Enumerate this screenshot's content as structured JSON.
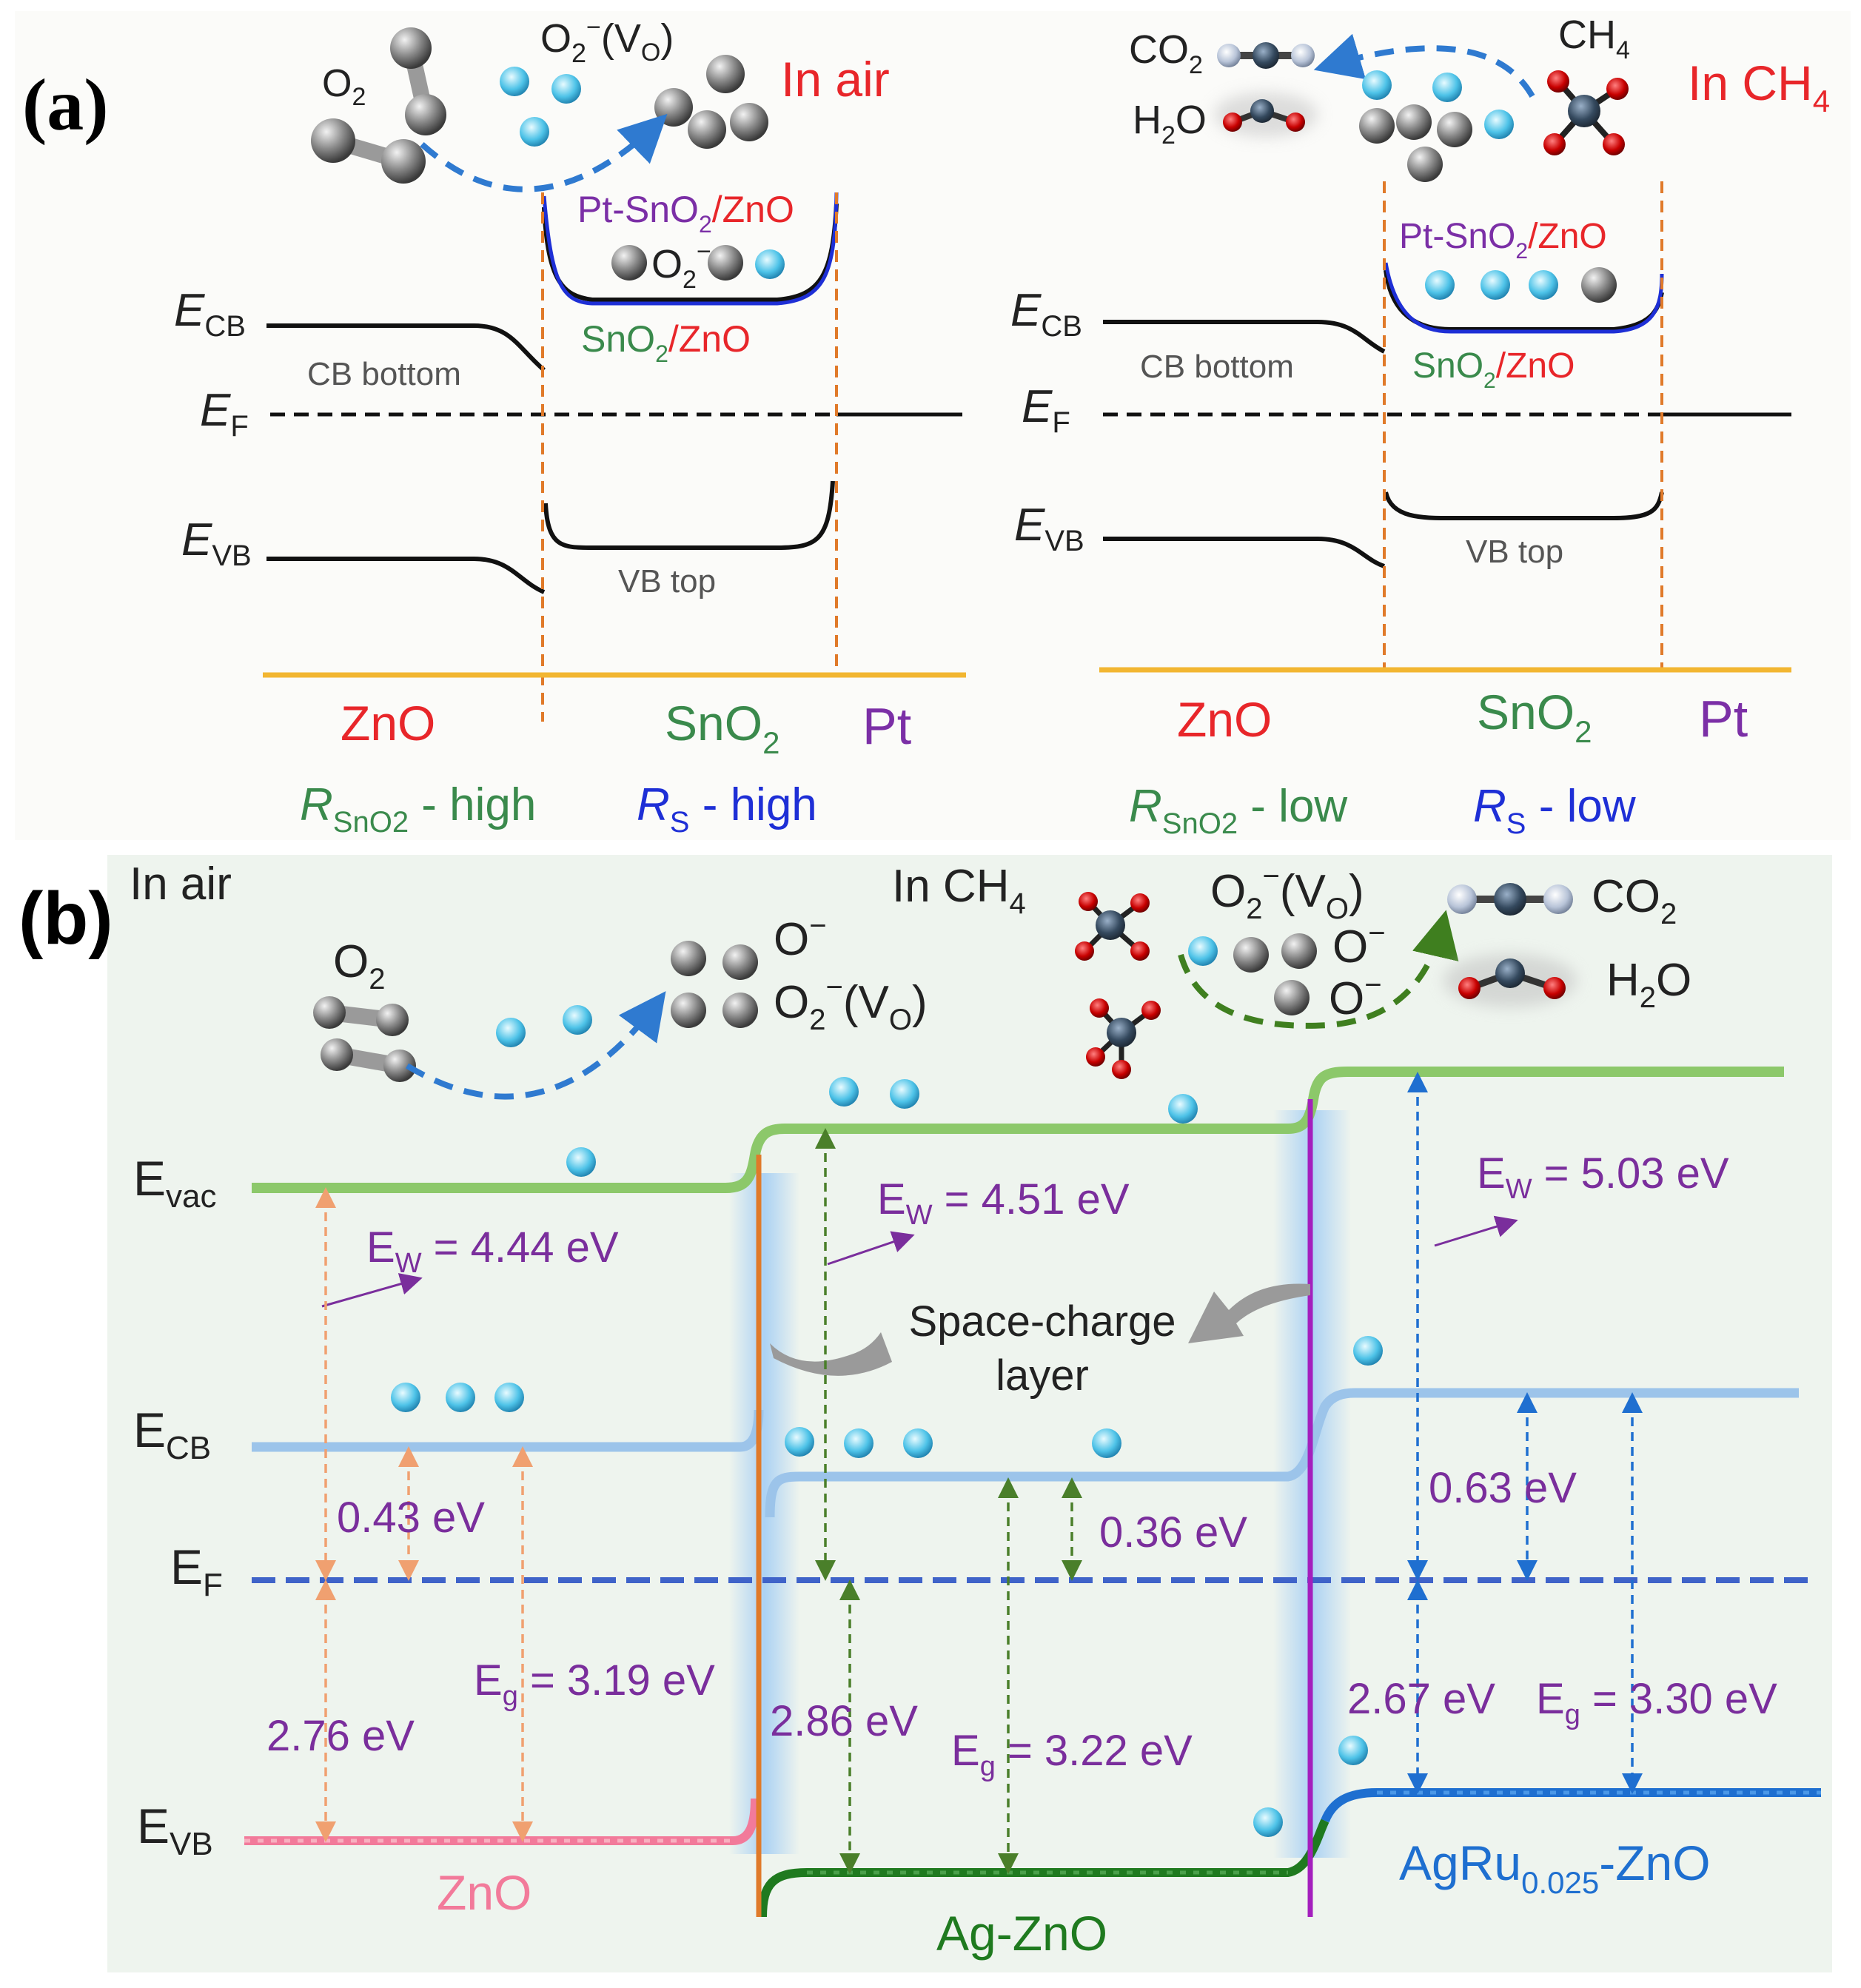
{
  "panel_a": {
    "label": "(a)",
    "left": {
      "o2": "O2",
      "o2_vo": "O2−(VO)",
      "condition": "In air",
      "pt_sno2_zno": [
        "Pt-SnO",
        "2",
        "/ZnO"
      ],
      "o2_minus": "O2−",
      "sno2_zno": [
        "SnO",
        "2",
        "/ZnO"
      ],
      "ecb": [
        "E",
        "CB"
      ],
      "ef": [
        "E",
        "F"
      ],
      "evb": [
        "E",
        "VB"
      ],
      "cb_bottom": "CB bottom",
      "vb_top": "VB top",
      "zno": "ZnO",
      "sno2": [
        "SnO",
        "2"
      ],
      "pt": "Pt",
      "r_sno2": [
        "R",
        "SnO2",
        " - high"
      ],
      "r_s": [
        "R",
        "S",
        " - high"
      ]
    },
    "right": {
      "co2": "CO2",
      "h2o": "H2O",
      "ch4": "CH4",
      "condition": "In CH4",
      "pt_sno2_zno": [
        "Pt-SnO",
        "2",
        "/ZnO"
      ],
      "sno2_zno": [
        "SnO",
        "2",
        "/ZnO"
      ],
      "ecb": [
        "E",
        "CB"
      ],
      "ef": [
        "E",
        "F"
      ],
      "evb": [
        "E",
        "VB"
      ],
      "cb_bottom": "CB bottom",
      "vb_top": "VB top",
      "zno": "ZnO",
      "sno2": [
        "SnO",
        "2"
      ],
      "pt": "Pt",
      "r_sno2": [
        "R",
        "SnO2",
        " - low"
      ],
      "r_s": [
        "R",
        "S",
        " - low"
      ]
    }
  },
  "panel_b": {
    "label": "(b)",
    "in_air": "In air",
    "in_ch4": [
      "In CH",
      "4"
    ],
    "o2": [
      "O",
      "2"
    ],
    "o_minus": "O−",
    "o2_vo_left": "O2−(VO)",
    "o2_vo_right": "O2−(VO)",
    "o_minus_r1": "O−",
    "o_minus_r2": "O−",
    "co2": [
      "CO",
      "2"
    ],
    "h2o": [
      "H",
      "2",
      "O"
    ],
    "evac": [
      "E",
      "vac"
    ],
    "ecb": [
      "E",
      "CB"
    ],
    "ef": [
      "E",
      "F"
    ],
    "evb": [
      "E",
      "VB"
    ],
    "ew_zno": [
      "E",
      "W",
      " = 4.44 eV"
    ],
    "ew_agzno": [
      "E",
      "W",
      " = 4.51 eV"
    ],
    "ew_agru": [
      "E",
      "W",
      " = 5.03 eV"
    ],
    "space_charge": [
      "Space-charge",
      "layer"
    ],
    "gap_cb_zno": "0.43 eV",
    "gap_cb_agzno": "0.36 eV",
    "gap_cb_agru": "0.63 eV",
    "gap_vb_zno": "2.76 eV",
    "gap_vb_agzno": "2.86 eV",
    "gap_vb_agru": "2.67 eV",
    "eg_zno": [
      "E",
      "g",
      " = 3.19 eV"
    ],
    "eg_agzno": [
      "E",
      "g",
      " = 3.22 eV"
    ],
    "eg_agru": [
      "E",
      "g",
      " = 3.30 eV"
    ],
    "zno": "ZnO",
    "agzno": "Ag-ZnO",
    "agru": [
      "AgRu",
      "0.025",
      "-ZnO"
    ]
  },
  "colors": {
    "red_label": "#e8262a",
    "green_label": "#3a8a4c",
    "purple_label": "#7b2fa6",
    "blue_label": "#1e2fd6",
    "orange_dash": "#e07a2a",
    "vac_green": "#8cc86a",
    "cb_blue": "#9cc4ea",
    "ef_blue": "#3f63c9",
    "vb_pink": "#f27a9a",
    "vb_green": "#1f7a1f",
    "vb_blue": "#1e6fd0",
    "gold_axis": "#f2b632",
    "panel_b_bg": "#eef4ee",
    "anno_purple": "#7a2e9c"
  }
}
